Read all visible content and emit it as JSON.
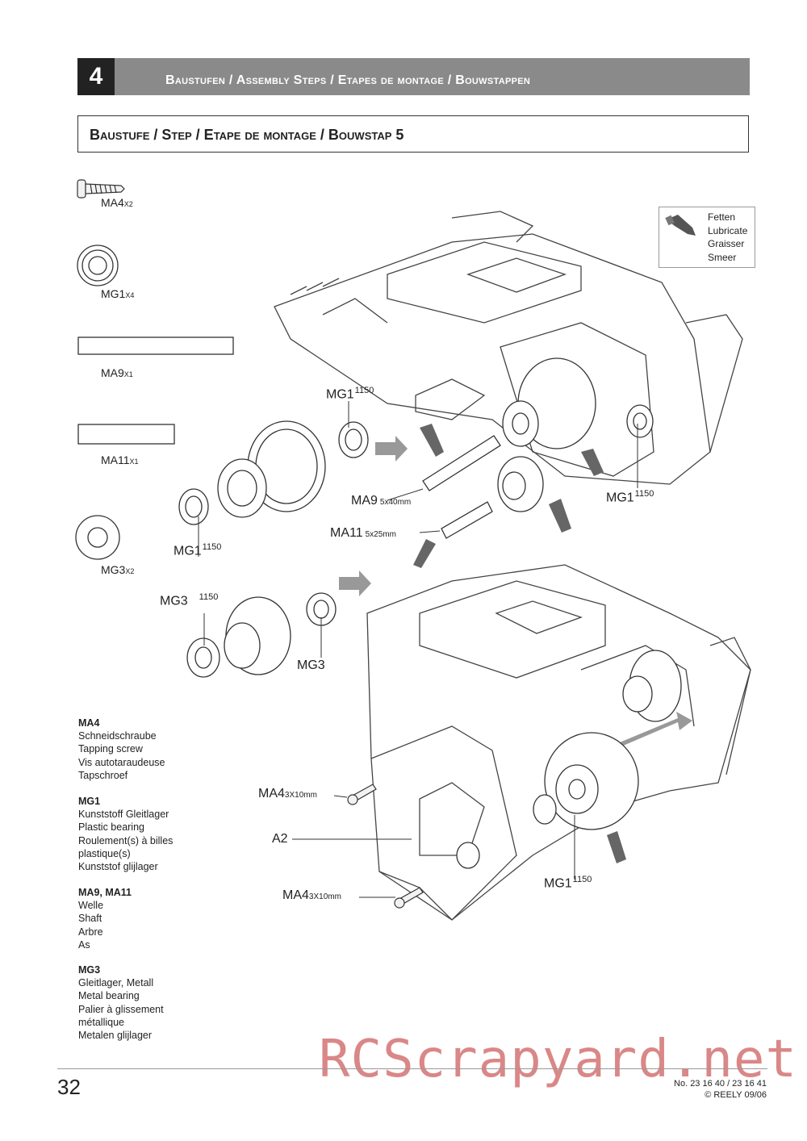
{
  "header": {
    "section_number": "4",
    "section_title": "Baustufen / Assembly Steps / Etapes de montage / Bouwstappen"
  },
  "step": {
    "title": "Baustufe / Step / Etape de montage / Bouwstap 5"
  },
  "parts": [
    {
      "code": "MA4",
      "qty": "X2"
    },
    {
      "code": "MG1",
      "qty": "X4"
    },
    {
      "code": "MA9",
      "qty": "X1"
    },
    {
      "code": "MA11",
      "qty": "X1"
    },
    {
      "code": "MG3",
      "qty": "X2"
    }
  ],
  "legend": {
    "icon": "grease-tube-icon",
    "lines": [
      "Fetten",
      "Lubricate",
      "Graisser",
      "Smeer"
    ]
  },
  "callouts": {
    "mg1_top_left": {
      "code": "MG1",
      "num": "1150"
    },
    "mg1_left": {
      "code": "MG1",
      "num": "1150"
    },
    "mg1_right": {
      "code": "MG1",
      "num": "1150"
    },
    "mg1_bottom": {
      "code": "MG1",
      "num": "1150"
    },
    "ma9": {
      "code": "MA9",
      "size": "5x40mm"
    },
    "ma11": {
      "code": "MA11",
      "size": "5x25mm"
    },
    "mg3_left": {
      "code": "MG3",
      "num": "1150"
    },
    "mg3_right": {
      "code": "MG3"
    },
    "ma4_top": {
      "code": "MA4",
      "size": "3X10mm"
    },
    "ma4_bottom": {
      "code": "MA4",
      "size": "3X10mm"
    },
    "a2": {
      "code": "A2"
    }
  },
  "descriptions": [
    {
      "heading": "MA4",
      "lines": [
        "Schneidschraube",
        "Tapping screw",
        "Vis autotaraudeuse",
        "Tapschroef"
      ]
    },
    {
      "heading": "MG1",
      "lines": [
        "Kunststoff Gleitlager",
        "Plastic bearing",
        "Roulement(s) à billes",
        "plastique(s)",
        "Kunststof glijlager"
      ]
    },
    {
      "heading": "MA9, MA11",
      "lines": [
        "Welle",
        "Shaft",
        "Arbre",
        "As"
      ]
    },
    {
      "heading": "MG3",
      "lines": [
        "Gleitlager, Metall",
        "Metal bearing",
        "Palier à glissement",
        "métallique",
        "Metalen glijlager"
      ]
    }
  ],
  "footer": {
    "page_number": "32",
    "item_numbers": "No. 23 16 40 / 23 16 41",
    "copyright": "© REELY 09/06",
    "watermark": "RCScrapyard.net"
  },
  "colors": {
    "header_bar": "#8a8a8a",
    "section_block": "#222222",
    "watermark": "#cd5f5f"
  }
}
